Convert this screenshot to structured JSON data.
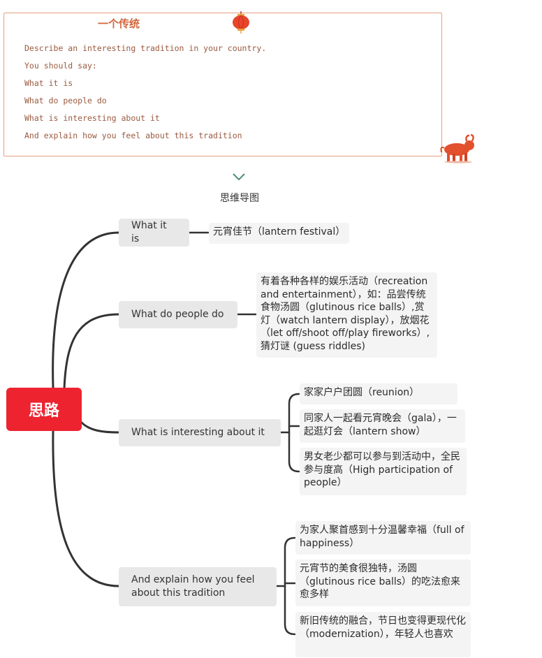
{
  "prompt_card": {
    "title": "一个传统",
    "lines": [
      "Describe an interesting tradition in your country.",
      "You should say:",
      "What it is",
      "What do people do",
      "What is interesting about it",
      "And explain how you feel about this tradition"
    ]
  },
  "mindmap": {
    "label": "思维导图",
    "root": "思路",
    "branches": [
      {
        "label": "What it is",
        "leaves": [
          "元宵佳节（lantern festival）"
        ]
      },
      {
        "label": "What do people do",
        "leaves": [
          "有着各种各样的娱乐活动（recreation and entertainment），如：品尝传统食物汤圆（glutinous rice balls）,赏灯（watch lantern display），放烟花（let off/shoot off/play fireworks）, 猜灯谜 (guess riddles)"
        ]
      },
      {
        "label": "What is interesting about it",
        "leaves": [
          "家家户户团圆（reunion）",
          "同家人一起看元宵晚会（gala），一起逛灯会（lantern show）",
          "男女老少都可以参与到活动中，全民参与度高（High participation of people）"
        ]
      },
      {
        "label": "And explain how you feel about this tradition",
        "leaves": [
          "为家人聚首感到十分温馨幸福（full of happiness）",
          "元宵节的美食很独特，汤圆（glutinous rice balls）的吃法愈来愈多样",
          "新旧传统的融合，节日也变得更现代化（modernization），年轻人也喜欢"
        ]
      }
    ]
  },
  "colors": {
    "root": "#ed2330",
    "accent": "#d2683f",
    "line": "#333333"
  },
  "icons": [
    "lantern-icon",
    "ox-icon",
    "chevron-down-icon"
  ]
}
